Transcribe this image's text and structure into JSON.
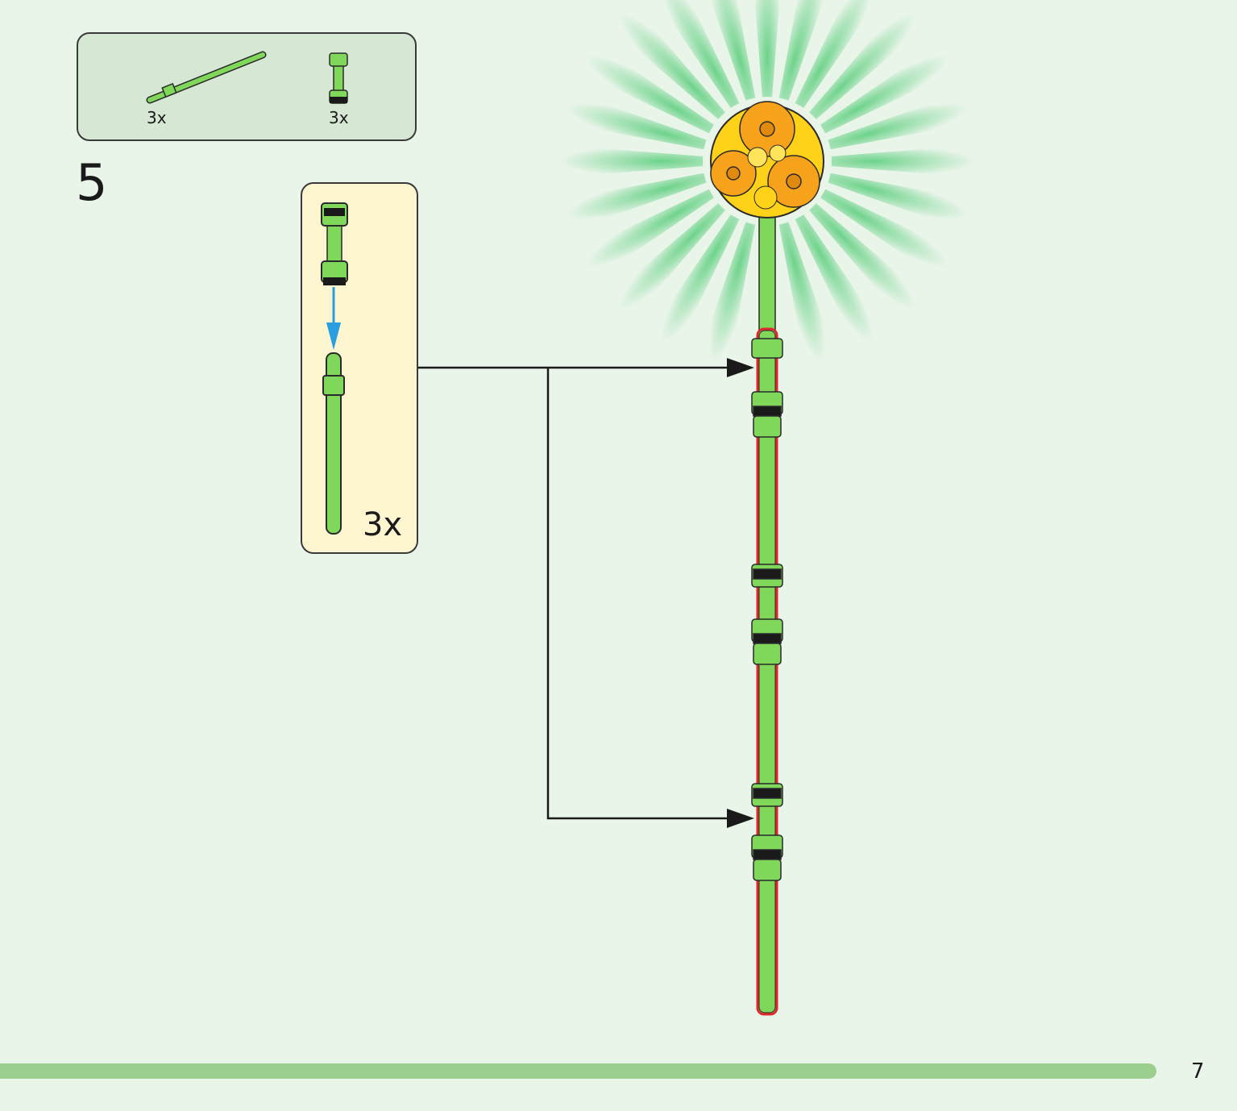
{
  "step": {
    "number": "5"
  },
  "parts_list": [
    {
      "part": "long-axle",
      "quantity": "3x"
    },
    {
      "part": "connector-peg",
      "quantity": "3x"
    }
  ],
  "sub_assembly": {
    "quantity": "3x"
  },
  "page": {
    "number": "7"
  },
  "colors": {
    "background": "#eaf5ea",
    "parts_box": "#d6e8d4",
    "sub_box": "#fdf5d0",
    "stem_green": "#7fd85a",
    "flower_yellow": "#ffd21a",
    "flower_orange": "#f7a21b",
    "arrow_blue": "#2a9ee0",
    "footer_bar": "#9ccf8e"
  }
}
